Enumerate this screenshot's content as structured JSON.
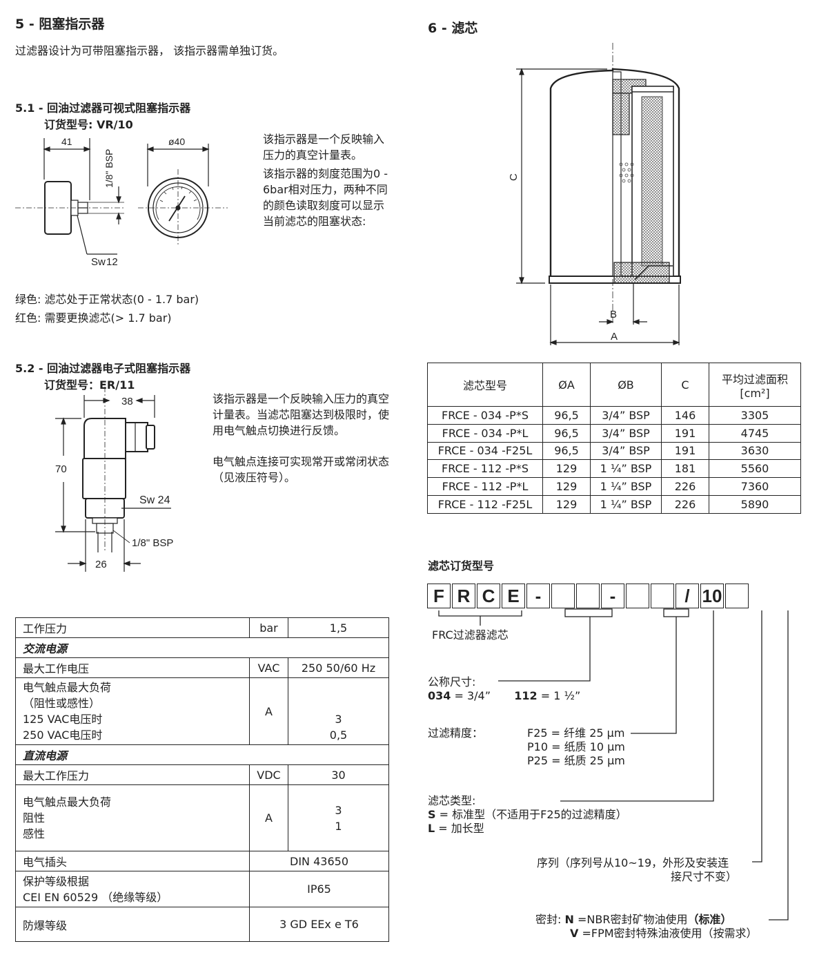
{
  "sec5": {
    "title": "5 - 阻塞指示器",
    "intro": "过滤器设计为可带阻塞指示器， 该指示器需单独订货。",
    "s51_title": "5.1 - 回油过滤器可视式阻塞指示器",
    "s51_order": "订货型号:   VR/10",
    "s51_desc1": "该指示器是一个反映输入压力的真空计量表。",
    "s51_desc2": "该指示器的刻度范围为0 - 6bar相对压力，两种不同的颜色读取刻度可以显示当前滤芯的阻塞状态:",
    "green": "绿色:  滤芯处于正常状态(0 - 1.7 bar)",
    "red": "红色:  需要更换滤芯(> 1.7 bar)",
    "s52_title": "5.2 - 回油过滤器电子式阻塞指示器",
    "s52_order": "订货型号：ER/11",
    "s52_desc1": "该指示器是一个反映输入压力的真空计量表。当滤芯阻塞达到极限时，使用电气触点切换进行反馈。",
    "s52_desc2": "电气触点连接可实现常开或常闭状态（见液压符号）。"
  },
  "draw51": {
    "dim41": "41",
    "dim40": "ø40",
    "bsp": "1/8\" BSP",
    "sw": "Sw",
    "sw_val": "12"
  },
  "draw52": {
    "dim38": "38",
    "dim70": "70",
    "sw24": "Sw 24",
    "bsp": "1/8\" BSP",
    "dim26": "26"
  },
  "spec": {
    "r1": [
      "工作压力",
      "bar",
      "1,5"
    ],
    "ac": "交流电源",
    "r2": [
      "最大工作电压",
      "VAC",
      "250 50/60 Hz"
    ],
    "r3a": "电气触点最大负荷",
    "r3b": "（阻性或感性）",
    "r3c": "125 VAC电压时",
    "r3d": "250 VAC电压时",
    "r3_unit": "A",
    "r3_v1": "3",
    "r3_v2": "0,5",
    "dc": "直流电源",
    "r4": [
      "最大工作压力",
      "VDC",
      "30"
    ],
    "r5a": "电气触点最大负荷",
    "r5b": "阻性",
    "r5c": "感性",
    "r5_unit": "A",
    "r5_v1": "3",
    "r5_v2": "1",
    "r6": [
      "电气插头",
      "DIN 43650"
    ],
    "r7a": "保护等级根据",
    "r7b": "CEI EN 60529 （绝缘等级）",
    "r7_v": "IP65",
    "r8": [
      "防爆等级",
      "3 GD EEx e T6"
    ]
  },
  "sec6": {
    "title": "6 - 滤芯",
    "draw_c": "C",
    "draw_b": "B",
    "draw_a": "A"
  },
  "filter_table": {
    "headers": [
      "滤芯型号",
      "ØA",
      "ØB",
      "C",
      "平均过滤面积",
      "[cm²]"
    ],
    "rows": [
      [
        "FRCE - 034 -P*S",
        "96,5",
        "3/4” BSP",
        "146",
        "3305"
      ],
      [
        "FRCE - 034 -P*L",
        "96,5",
        "3/4” BSP",
        "191",
        "4745"
      ],
      [
        "FRCE - 034 -F25L",
        "96,5",
        "3/4” BSP",
        "191",
        "3630"
      ],
      [
        "FRCE - 112 -P*S",
        "129",
        "1 ¼” BSP",
        "181",
        "5560"
      ],
      [
        "FRCE - 112 -P*L",
        "129",
        "1 ¼” BSP",
        "226",
        "7360"
      ],
      [
        "FRCE - 112 -F25L",
        "129",
        "1 ¼” BSP",
        "226",
        "5890"
      ]
    ]
  },
  "order": {
    "title": "滤芯订货型号",
    "boxes": [
      "F",
      "R",
      "C",
      "E",
      "-",
      "",
      "",
      "-",
      "",
      "",
      "/",
      "10",
      ""
    ],
    "frc": "FRC过滤器滤芯",
    "size_label": "公称尺寸:",
    "size_034": "034",
    "size_034_val": " =  3/4”",
    "size_112": "112",
    "size_112_val": " = 1 ½”",
    "prec_label": "过滤精度：",
    "prec1": "F25 = 纤维  25 µm",
    "prec2": "P10 = 纸质 10 µm",
    "prec3": "P25 = 纸质 25 µm",
    "type_label": "滤芯类型:",
    "type_s": "S",
    "type_s_val": " = 标准型（不适用于F25的过滤精度）",
    "type_l": "L",
    "type_l_val": " = 加长型",
    "series1": "序列（序列号从10~19，外形及安装连",
    "series2": "接尺寸不变）",
    "seal_label": "密封:",
    "seal_n": "N",
    "seal_n_val": " =NBR密封矿物油使用",
    "seal_n_std": "（标准）",
    "seal_v": "V",
    "seal_v_val": " =FPM密封特殊油液使用（按需求）"
  }
}
